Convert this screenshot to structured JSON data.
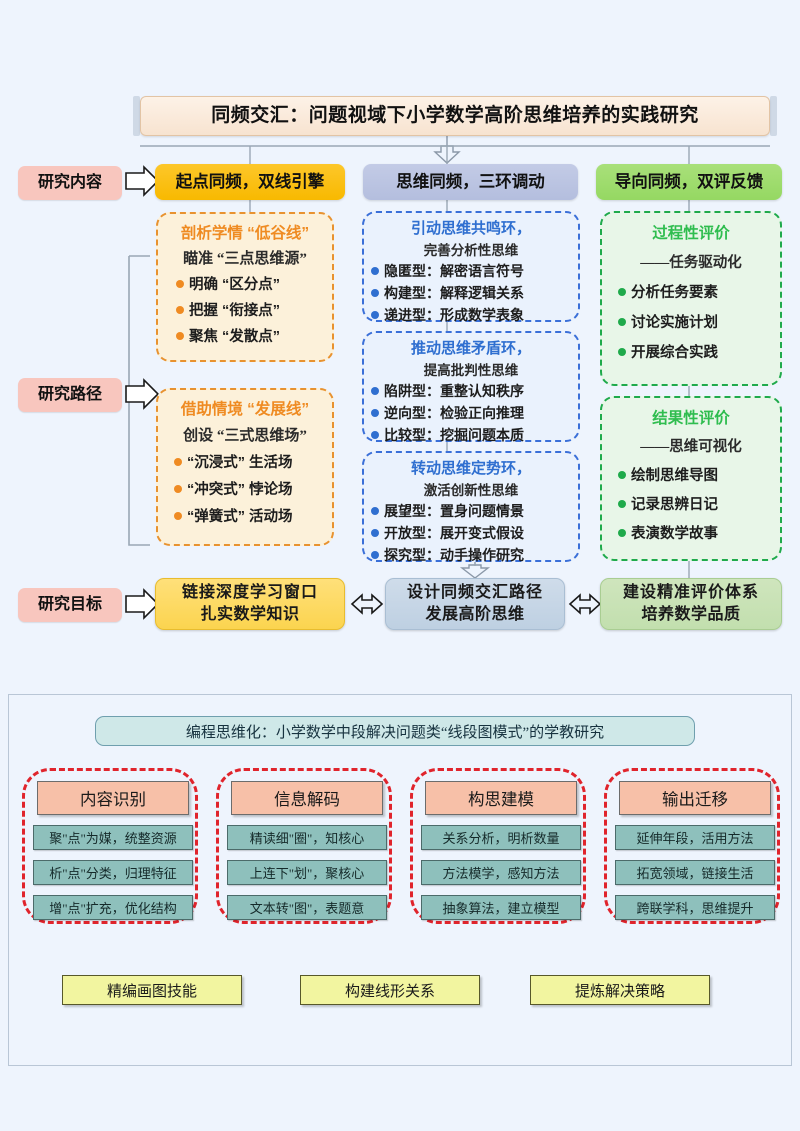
{
  "background": "#eef4fd",
  "diagram1": {
    "main_title": "同频交汇：问题视域下小学数学高阶思维培养的实践研究",
    "row_labels": {
      "content": "研究内容",
      "path": "研究路径",
      "goal": "研究目标"
    },
    "columns": [
      {
        "header": "起点同频，双线引擎",
        "color": "#f8b900",
        "panels": [
          {
            "title": "剖析学情 “低谷线”",
            "subtitle": "瞄准 “三点思维源”",
            "items": [
              "明确 “区分点”",
              "把握 “衔接点”",
              "聚焦 “发散点”"
            ],
            "color": "#ef8b22"
          },
          {
            "title": "借助情境 “发展线”",
            "subtitle": "创设 “三式思维场”",
            "items": [
              "“沉浸式” 生活场",
              "“冲突式” 悖论场",
              "“弹簧式” 活动场"
            ],
            "color": "#ef8b22"
          }
        ]
      },
      {
        "header": "思维同频，三环调动",
        "color": "#b4bede",
        "panels": [
          {
            "title": "引动思维共鸣环，",
            "subtitle": "完善分析性思维",
            "items": [
              "隐匿型：解密语言符号",
              "构建型：解释逻辑关系",
              "递进型：形成数学表象"
            ],
            "color": "#2f6fd0"
          },
          {
            "title": "推动思维矛盾环，",
            "subtitle": "提高批判性思维",
            "items": [
              "陷阱型：重整认知秩序",
              "逆向型：检验正向推理",
              "比较型：挖掘问题本质"
            ],
            "color": "#2f6fd0"
          },
          {
            "title": "转动思维定势环，",
            "subtitle": "激活创新性思维",
            "items": [
              "展望型：置身问题情景",
              "开放型：展开变式假设",
              "探究型：动手操作研究"
            ],
            "color": "#2f6fd0"
          }
        ]
      },
      {
        "header": "导向同频，双评反馈",
        "color": "#95d862",
        "panels": [
          {
            "title": "过程性评价",
            "subtitle": "——任务驱动化",
            "items": [
              "分析任务要素",
              "讨论实施计划",
              "开展综合实践"
            ],
            "color": "#2fbd4f"
          },
          {
            "title": "结果性评价",
            "subtitle": "——思维可视化",
            "items": [
              "绘制思维导图",
              "记录思辨日记",
              "表演数学故事"
            ],
            "color": "#2fbd4f"
          }
        ]
      }
    ],
    "goals": [
      {
        "line1": "链接深度学习窗口",
        "line2": "扎实数学知识",
        "color": "#fbd44f"
      },
      {
        "line1": "设计同频交汇路径",
        "line2": "发展高阶思维",
        "color": "#bed0e2"
      },
      {
        "line1": "建设精准评价体系",
        "line2": "培养数学品质",
        "color": "#c2dfae"
      }
    ]
  },
  "diagram2": {
    "sub_title": "编程思维化：小学数学中段解决问题类“线段图模式”的学教研究",
    "stages": [
      {
        "name": "内容识别",
        "items": [
          "聚\"点\"为媒，统整资源",
          "析\"点\"分类，归理特征",
          "增\"点\"扩充，优化结构"
        ]
      },
      {
        "name": "信息解码",
        "items": [
          "精读细\"圈\"，知核心",
          "上连下\"划\"，聚核心",
          "文本转\"图\"，表题意"
        ]
      },
      {
        "name": "构思建模",
        "items": [
          "关系分析，明析数量",
          "方法模学，感知方法",
          "抽象算法，建立模型"
        ]
      },
      {
        "name": "输出迁移",
        "items": [
          "延伸年段，活用方法",
          "拓宽领域，链接生活",
          "跨联学科，思维提升"
        ]
      }
    ],
    "skills": [
      "精编画图技能",
      "构建线形关系",
      "提炼解决策略"
    ]
  }
}
